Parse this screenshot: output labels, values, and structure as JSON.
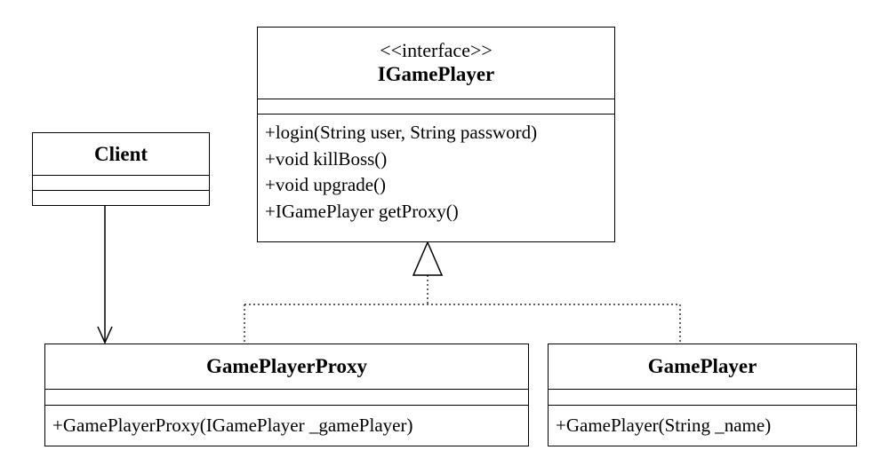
{
  "classes": {
    "igameplayer": {
      "stereotype": "<<interface>>",
      "name": "IGamePlayer",
      "operations": [
        "+login(String user, String password)",
        "+void killBoss()",
        "+void upgrade()",
        "+IGamePlayer getProxy()"
      ]
    },
    "client": {
      "name": "Client"
    },
    "proxy": {
      "name": "GamePlayerProxy",
      "operations": [
        "+GamePlayerProxy(IGamePlayer _gamePlayer)"
      ]
    },
    "gameplayer": {
      "name": "GamePlayer",
      "operations": [
        "+GamePlayer(String _name)"
      ]
    }
  },
  "relations": [
    {
      "type": "dependency",
      "from": "Client",
      "to": "GamePlayerProxy"
    },
    {
      "type": "realization",
      "from": "GamePlayerProxy",
      "to": "IGamePlayer"
    },
    {
      "type": "realization",
      "from": "GamePlayer",
      "to": "IGamePlayer"
    }
  ]
}
